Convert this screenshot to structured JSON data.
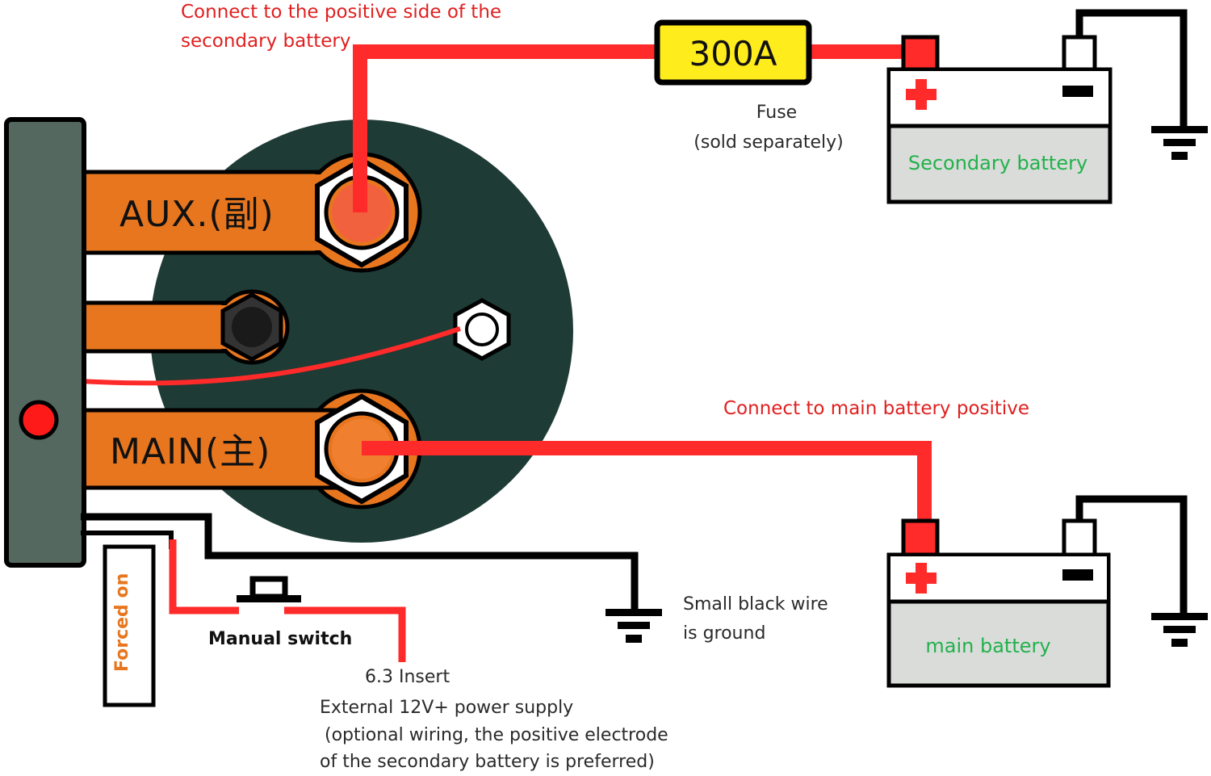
{
  "notes": {
    "aux_connect_line1": "Connect to the positive side of the",
    "aux_connect_line2": "secondary battery",
    "main_connect": "Connect to main battery positive",
    "fuse_line1": "Fuse",
    "fuse_line2": "(sold separately)",
    "ground_line1": "Small black wire",
    "ground_line2": "is ground",
    "insert": "6.3 Insert",
    "external_line1": "External 12V+ power supply",
    "external_line2": "(optional wiring, the positive electrode",
    "external_line3": "of the secondary battery is preferred)"
  },
  "components": {
    "fuse_rating": "300A",
    "aux_terminal": "AUX.(副)",
    "main_terminal": "MAIN(主)",
    "forced_on": "Forced on",
    "manual_switch": "Manual switch",
    "secondary_battery": "Secondary battery",
    "main_battery": "main battery",
    "battery_positive_symbol": "+",
    "battery_negative_symbol": "−"
  },
  "colors": {
    "positive_wire": "#ff2a2a",
    "ground_wire": "#000000",
    "terminal_bar": "#e8761e",
    "relay_body": "#1e3b36",
    "housing": "#55685f",
    "fuse_body": "#ffec1c",
    "battery_body": "#d9dcd9"
  }
}
